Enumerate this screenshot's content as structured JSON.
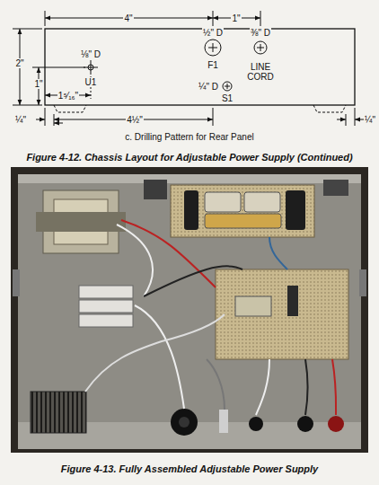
{
  "diagram": {
    "labels": [
      "4\"",
      "1\"",
      "⅛\" D",
      "U1",
      "½\" D",
      "F1",
      "⅜\" D",
      "LINE CORD",
      "¼\" D",
      "S1",
      "2\"",
      "1\"",
      "1⁵⁄₁₆\"",
      "¼\"",
      "4½\"",
      "¼\"",
      "c. Drilling Pattern for Rear Panel",
      "Figure 4-12. Chassis Layout for Adjustable Power Supply (Continued)",
      "Figure 4-13. Fully Assembled Adjustable Power Supply"
    ]
  }
}
